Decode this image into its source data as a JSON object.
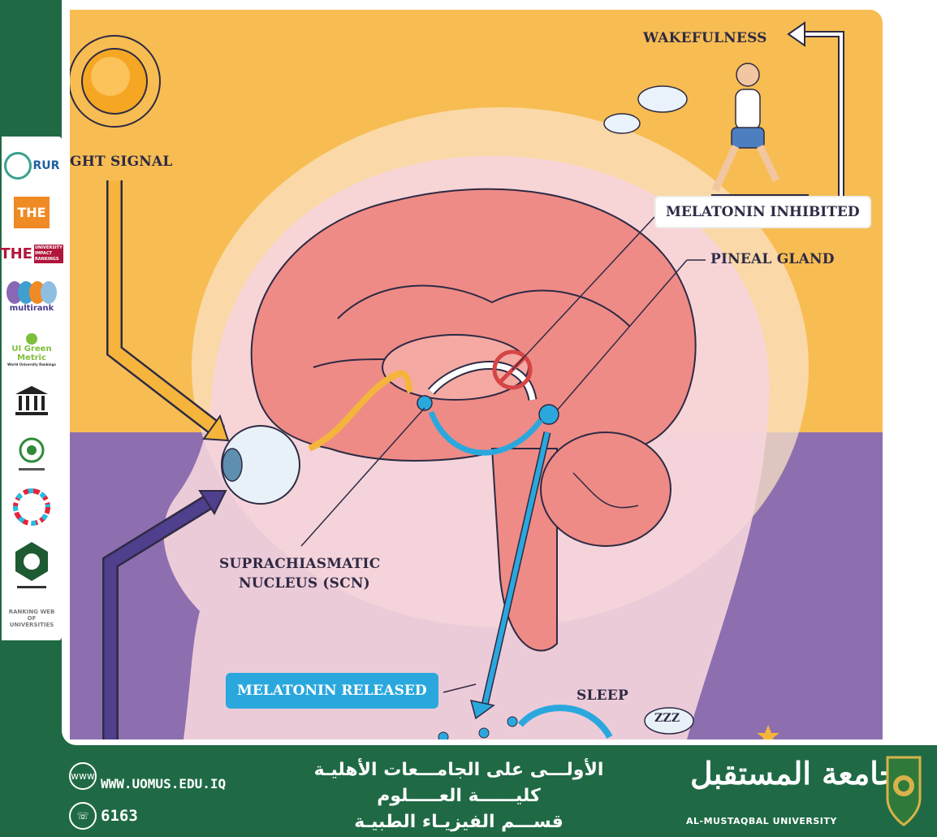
{
  "diagram": {
    "labels": {
      "light_signal": "GHT SIGNAL",
      "wakefulness": "WAKEFULNESS",
      "melatonin_inhibited": "MELATONIN INHIBITED",
      "pineal_gland": "PINEAL GLAND",
      "scn_line1": "SUPRACHIASMATIC",
      "scn_line2": "NUCLEUS (SCN)",
      "melatonin_released": "MELATONIN RELEASED",
      "sleep": "SLEEP",
      "zzz": "ZZZ"
    },
    "colors": {
      "day": "#f7bd52",
      "night": "#8d6fb0",
      "brain": "#ee8b86",
      "blue": "#2aa8de",
      "yellow_arrow": "#f5b43c",
      "purple_arrow": "#4f3f8c",
      "inhibit": "#d64545"
    }
  },
  "sidebar_logos": [
    {
      "name": "rur-logo",
      "text": "RUR"
    },
    {
      "name": "the-logo",
      "text": "THE"
    },
    {
      "name": "the-impact-logo",
      "text": "THE",
      "sub": "UNIVERSITY IMPACT RANKINGS"
    },
    {
      "name": "multirank-logo",
      "text": "multirank"
    },
    {
      "name": "ui-greenmetric-logo",
      "text": "UI Green Metric",
      "sub": "World University Rankings"
    },
    {
      "name": "institution-logo",
      "text": ""
    },
    {
      "name": "arab-rankings-logo",
      "text": ""
    },
    {
      "name": "sdg-logo",
      "text": ""
    },
    {
      "name": "arab-engineers-logo",
      "text": ""
    },
    {
      "name": "webometrics-logo",
      "text": "RANKING WEB OF UNIVERSITIES"
    }
  ],
  "footer": {
    "website": "WWW.UOMUS.EDU.IQ",
    "phone": "6163",
    "www_icon_text": "www",
    "line1": "الأولـــى على الجامـــعات الأهليـة",
    "line2": "كليــــــة     العـــــلوم",
    "line3": "قســـم الفيزيـاء الطبيـة",
    "university_ar": "جامعة المستقبل",
    "university_en": "AL-MUSTAQBAL UNIVERSITY"
  }
}
